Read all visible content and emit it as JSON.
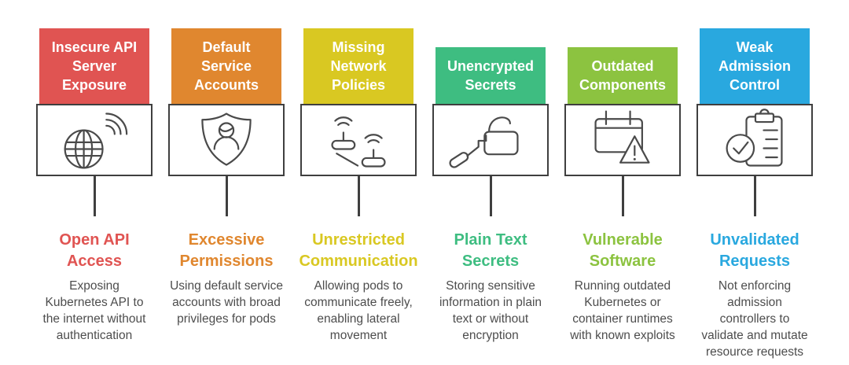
{
  "page": {
    "background": "#FFFFFF"
  },
  "colors": {
    "box_border": "#3F3F3F",
    "connector": "#3F3F3F",
    "icon_stroke": "#4A4A4A",
    "header_text": "#FFFFFF",
    "description_text": "#4D4D4D"
  },
  "columns": [
    {
      "header": {
        "label": "Insecure API\nServer\nExposure",
        "bg_color": "#E05452"
      },
      "icon": "globe-signal-icon",
      "subtitle": {
        "label": "Open API\nAccess",
        "color": "#E05452"
      },
      "description": "Exposing\nKubernetes API to\nthe internet without\nauthentication"
    },
    {
      "header": {
        "label": "Default\nService\nAccounts",
        "bg_color": "#E0872F"
      },
      "icon": "shield-user-icon",
      "subtitle": {
        "label": "Excessive\nPermissions",
        "color": "#E0872F"
      },
      "description": "Using default service\naccounts with broad\nprivileges for pods"
    },
    {
      "header": {
        "label": "Missing\nNetwork\nPolicies",
        "bg_color": "#D9C822"
      },
      "icon": "wireless-routers-icon",
      "subtitle": {
        "label": "Unrestricted\nCommunication",
        "color": "#D9C822"
      },
      "description": "Allowing pods to\ncommunicate freely,\nenabling lateral\nmovement"
    },
    {
      "header": {
        "label": "Unencrypted\nSecrets",
        "bg_color": "#3EBD81"
      },
      "icon": "lock-key-icon",
      "subtitle": {
        "label": "Plain Text\nSecrets",
        "color": "#3EBD81"
      },
      "description": "Storing sensitive\ninformation in plain\ntext or without\nencryption"
    },
    {
      "header": {
        "label": "Outdated\nComponents",
        "bg_color": "#8CC340"
      },
      "icon": "calendar-warning-icon",
      "subtitle": {
        "label": "Vulnerable\nSoftware",
        "color": "#8CC340"
      },
      "description": "Running outdated\nKubernetes or\ncontainer runtimes\nwith known exploits"
    },
    {
      "header": {
        "label": "Weak\nAdmission\nControl",
        "bg_color": "#29A8DF"
      },
      "icon": "clipboard-check-icon",
      "subtitle": {
        "label": "Unvalidated\nRequests",
        "color": "#29A8DF"
      },
      "description": "Not enforcing\nadmission\ncontrollers to\nvalidate and mutate\nresource requests"
    }
  ]
}
